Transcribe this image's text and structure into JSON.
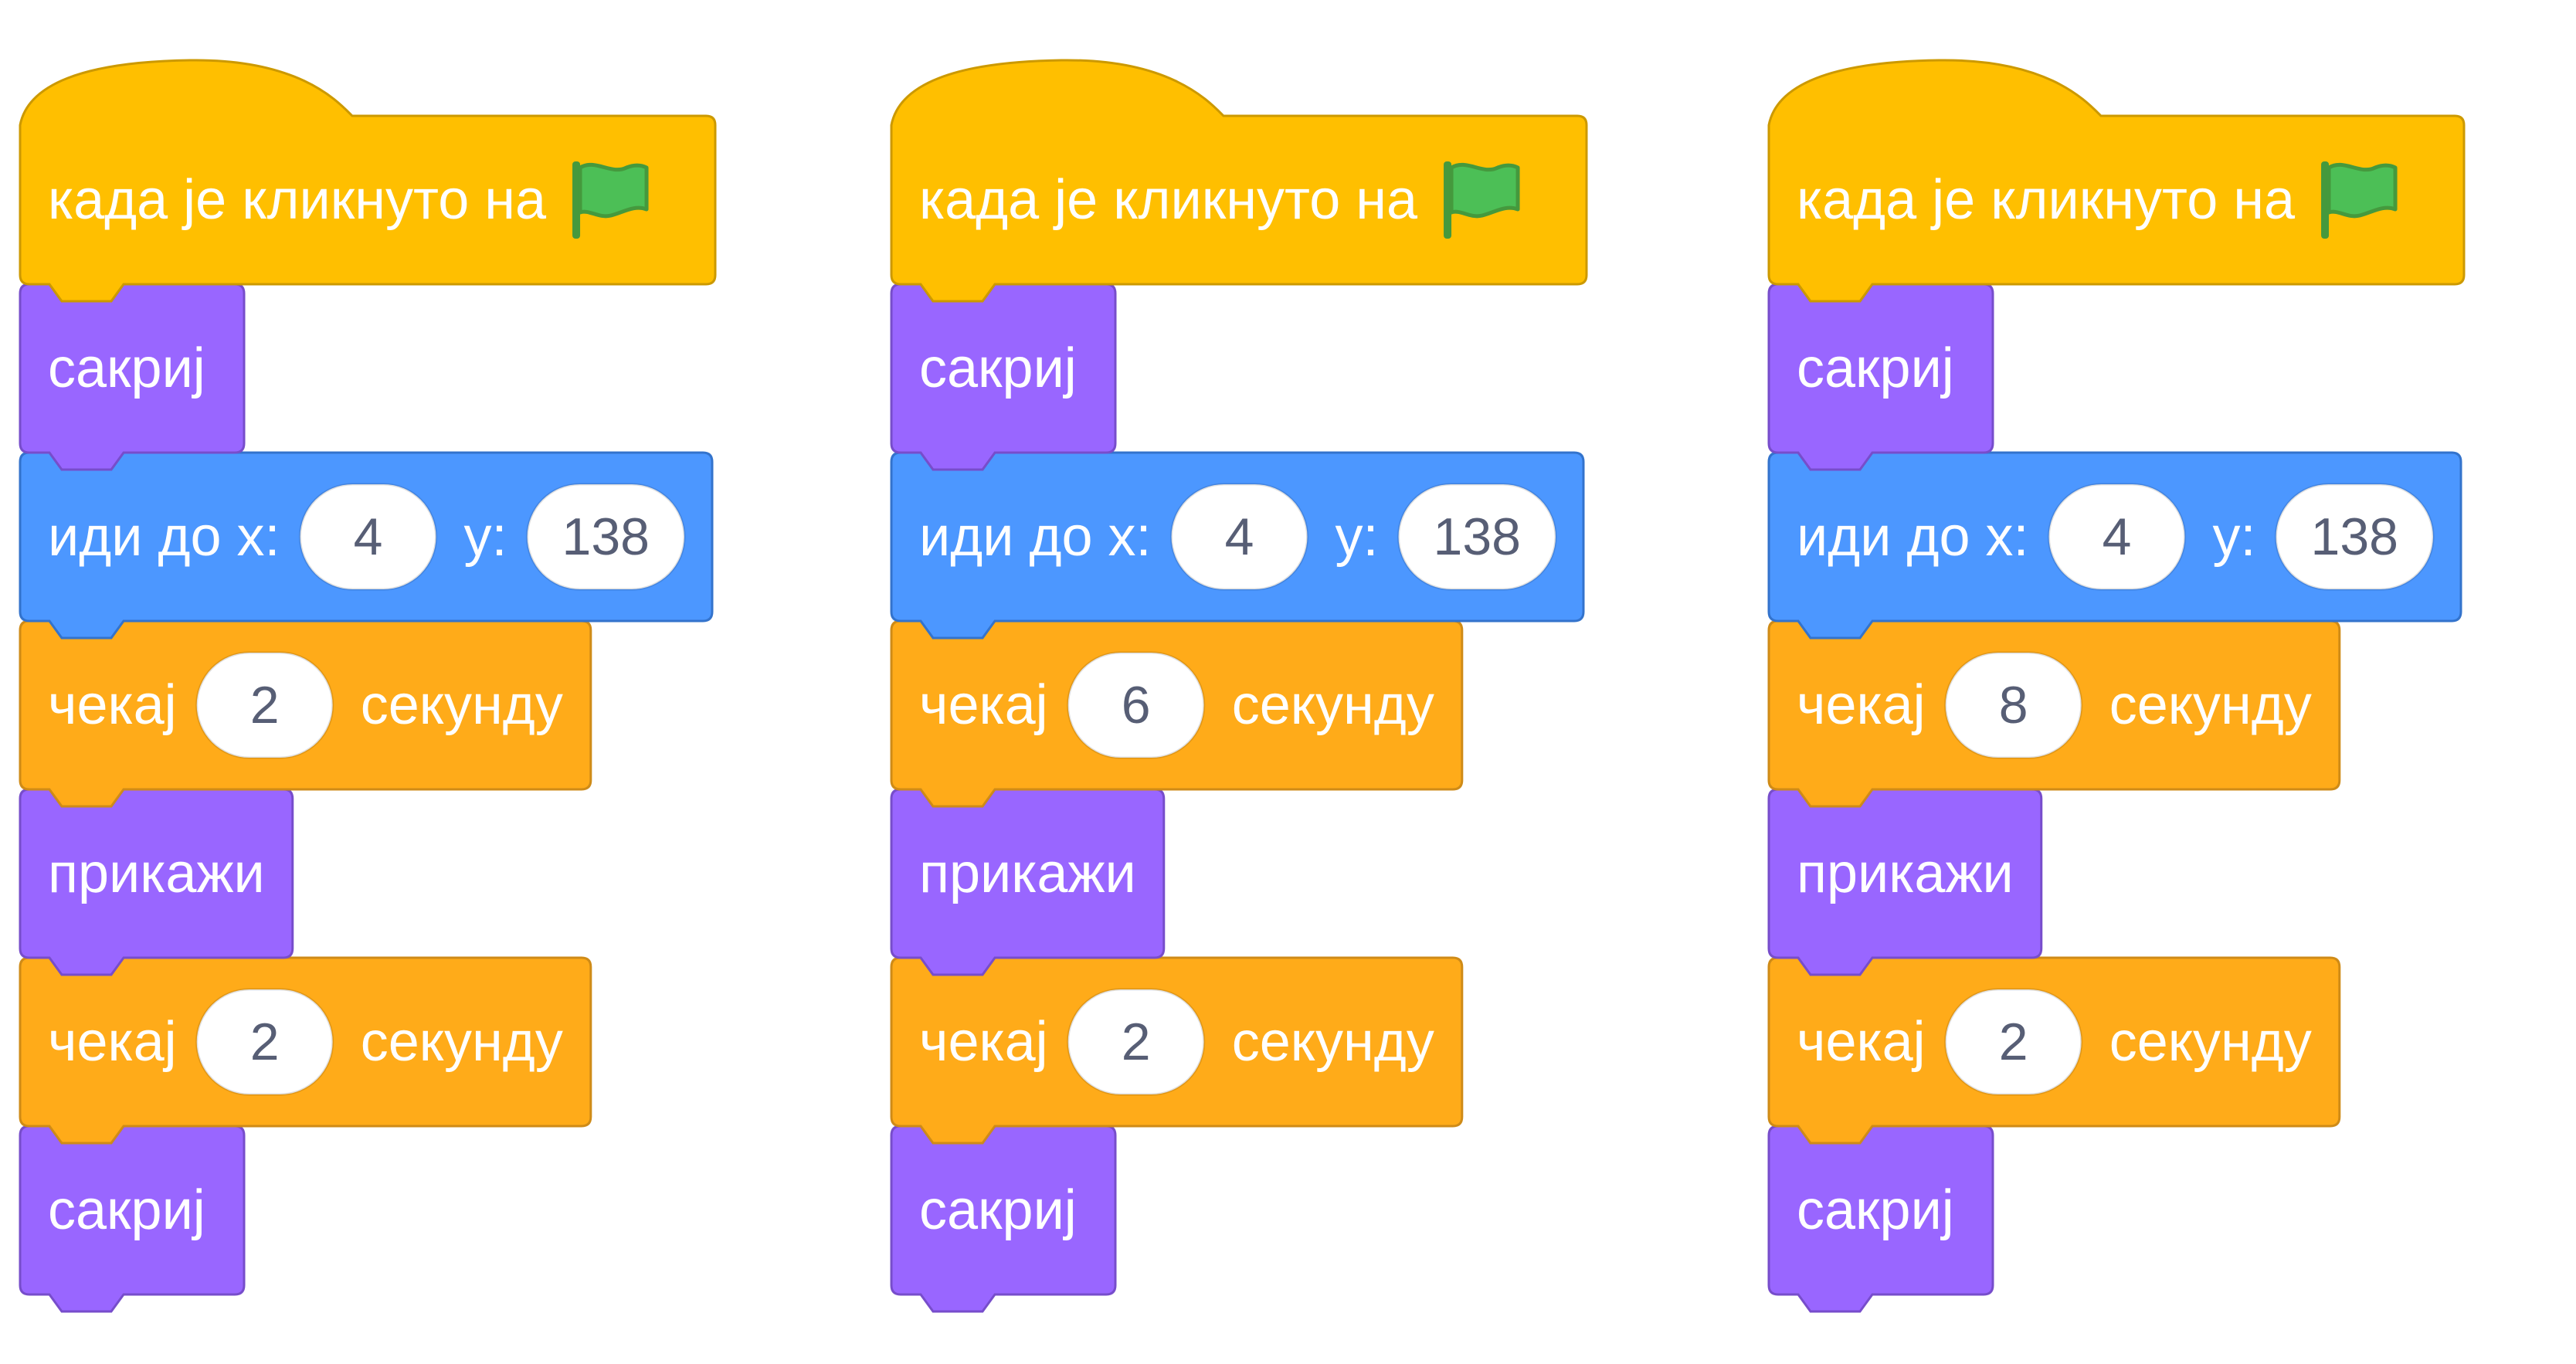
{
  "colors": {
    "events_fill": "#ffbf00",
    "events_stroke": "#cc9900",
    "looks_fill": "#9966ff",
    "looks_stroke": "#774dcb",
    "motion_fill": "#4c97ff",
    "motion_stroke": "#3373cc",
    "control_fill": "#ffab19",
    "control_stroke": "#cf8b17",
    "input_fill": "#ffffff",
    "input_text": "#575e75",
    "flag_green": "#4cbf56",
    "flag_dark": "#45993d"
  },
  "scripts": [
    {
      "hat_label": "када је кликнуто на",
      "flag_icon": "green-flag-icon",
      "blocks": [
        {
          "kind": "looks",
          "label": "сакриј"
        },
        {
          "kind": "motion",
          "label": "иди до x:",
          "x_value": "4",
          "y_label": "y:",
          "y_value": "138"
        },
        {
          "kind": "control",
          "label": "чекај",
          "value": "2",
          "suffix": "секунду"
        },
        {
          "kind": "looks",
          "label": "прикажи"
        },
        {
          "kind": "control",
          "label": "чекај",
          "value": "2",
          "suffix": "секунду"
        },
        {
          "kind": "looks",
          "label": "сакриј"
        }
      ]
    },
    {
      "hat_label": "када је кликнуто на",
      "flag_icon": "green-flag-icon",
      "blocks": [
        {
          "kind": "looks",
          "label": "сакриј"
        },
        {
          "kind": "motion",
          "label": "иди до x:",
          "x_value": "4",
          "y_label": "y:",
          "y_value": "138"
        },
        {
          "kind": "control",
          "label": "чекај",
          "value": "6",
          "suffix": "секунду"
        },
        {
          "kind": "looks",
          "label": "прикажи"
        },
        {
          "kind": "control",
          "label": "чекај",
          "value": "2",
          "suffix": "секунду"
        },
        {
          "kind": "looks",
          "label": "сакриј"
        }
      ]
    },
    {
      "hat_label": "када је кликнуто на",
      "flag_icon": "green-flag-icon",
      "blocks": [
        {
          "kind": "looks",
          "label": "сакриј"
        },
        {
          "kind": "motion",
          "label": "иди до x:",
          "x_value": "4",
          "y_label": "y:",
          "y_value": "138"
        },
        {
          "kind": "control",
          "label": "чекај",
          "value": "8",
          "suffix": "секунду"
        },
        {
          "kind": "looks",
          "label": "прикажи"
        },
        {
          "kind": "control",
          "label": "чекај",
          "value": "2",
          "suffix": "секунду"
        },
        {
          "kind": "looks",
          "label": "сакриј"
        }
      ]
    }
  ]
}
